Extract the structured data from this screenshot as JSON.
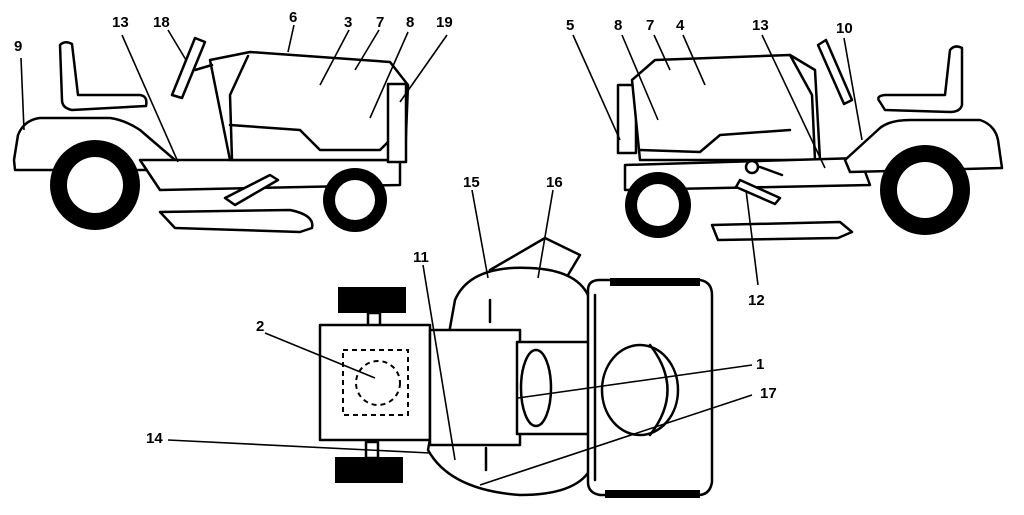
{
  "callouts": {
    "c1": "1",
    "c2": "2",
    "c3": "3",
    "c4": "4",
    "c5": "5",
    "c6": "6",
    "c7a": "7",
    "c7b": "7",
    "c8a": "8",
    "c8b": "8",
    "c9": "9",
    "c10": "10",
    "c11": "11",
    "c12": "12",
    "c13a": "13",
    "c13b": "13",
    "c14": "14",
    "c15": "15",
    "c16": "16",
    "c17": "17",
    "c18": "18",
    "c19": "19"
  },
  "colors": {
    "line": "#000000",
    "background": "#ffffff"
  }
}
